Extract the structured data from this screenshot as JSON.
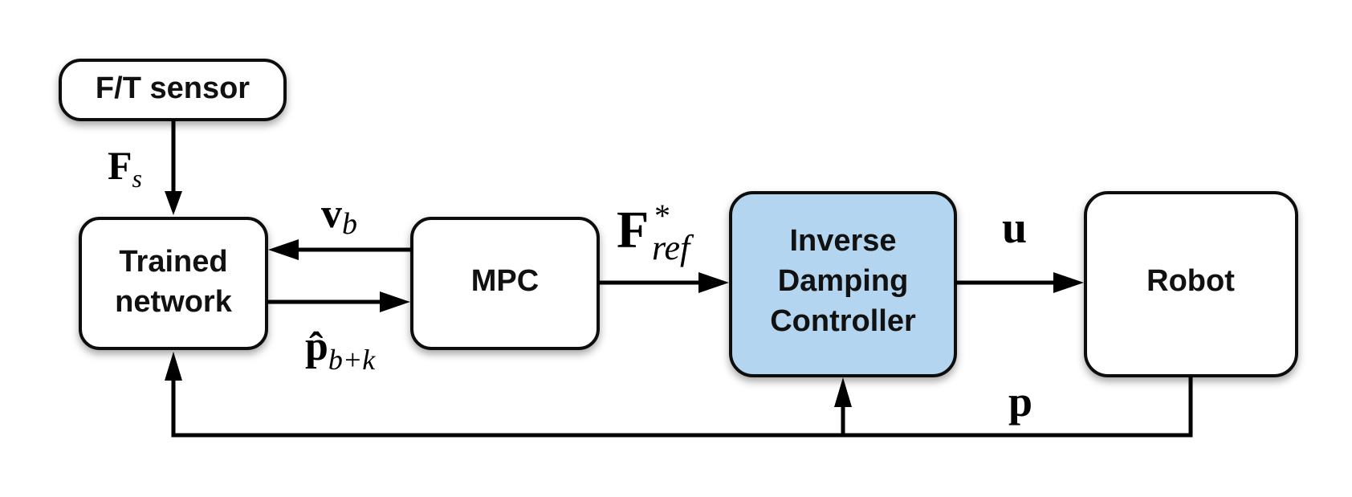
{
  "colors": {
    "box_fill": "#ffffff",
    "highlight_fill": "#b3d5ef",
    "stroke": "#111111",
    "arrow": "#000000"
  },
  "blocks": {
    "ft_sensor": {
      "label": "F/T sensor"
    },
    "trained_network": {
      "line1": "Trained",
      "line2": "network"
    },
    "mpc": {
      "label": "MPC"
    },
    "controller": {
      "line1": "Inverse",
      "line2": "Damping",
      "line3": "Controller",
      "highlighted": true
    },
    "robot": {
      "label": "Robot"
    }
  },
  "signals": {
    "force_sensor": {
      "symbol": "F",
      "subscript": "s"
    },
    "velocity": {
      "symbol": "v",
      "subscript": "b"
    },
    "predicted_position": {
      "symbol": "p̂",
      "subscript": "b+k"
    },
    "reference_force": {
      "symbol": "F",
      "superscript": "*",
      "subscript": "ref"
    },
    "control_input": {
      "symbol": "u"
    },
    "position_feedback": {
      "symbol": "p"
    }
  }
}
